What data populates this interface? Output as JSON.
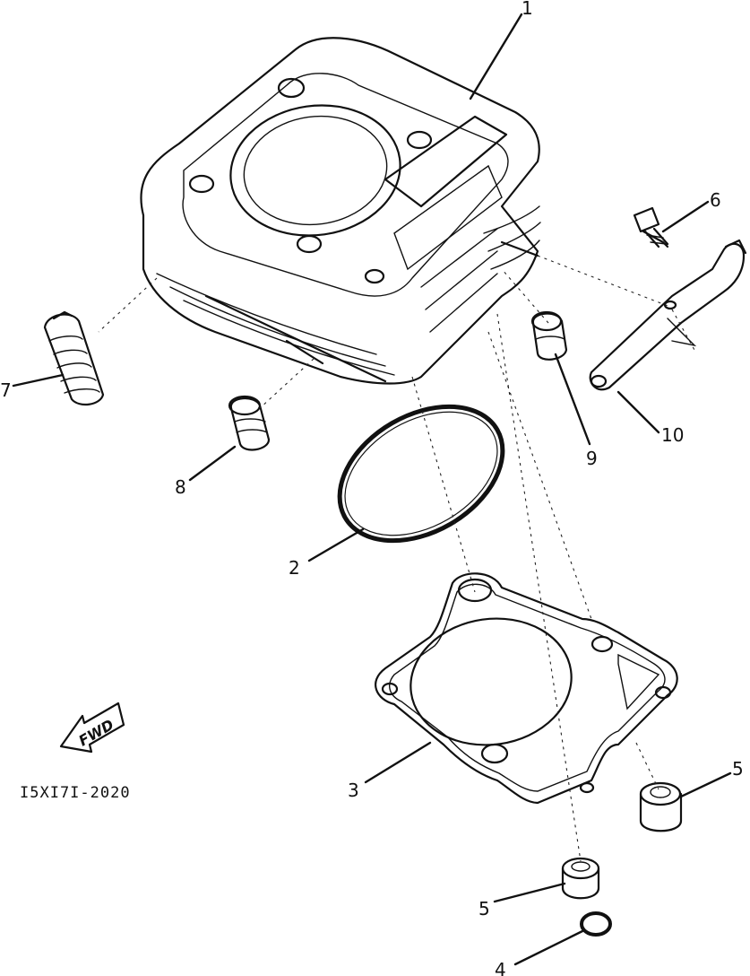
{
  "callouts": {
    "c1": "1",
    "c2": "2",
    "c3": "3",
    "c4": "4",
    "c5a": "5",
    "c5b": "5",
    "c6": "6",
    "c7": "7",
    "c8": "8",
    "c9": "9",
    "c10": "10"
  },
  "direction_label": "FWD",
  "drawing_code": "I5XI7I-2020"
}
